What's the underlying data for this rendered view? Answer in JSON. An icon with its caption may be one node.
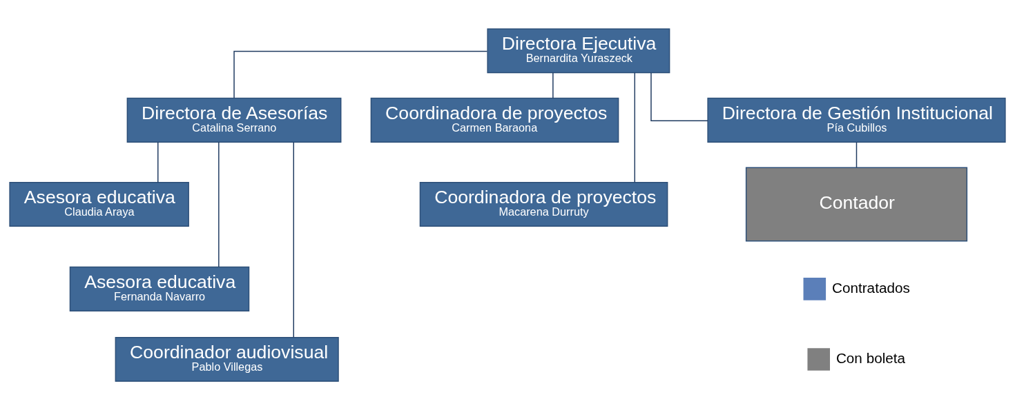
{
  "diagram": {
    "nodes": [
      {
        "text": [
          "Directora Ejecutiva",
          "Bernardita Yuraszeck"
        ]
      },
      {
        "text": [
          "Directora de Asesorías",
          "Catalina Serrano"
        ]
      },
      {
        "text": [
          "Coordinadora de proyectos",
          "Carmen Baraona"
        ]
      },
      {
        "text": [
          "Coordinadora de proyectos",
          "Macarena Durruty"
        ]
      },
      {
        "text": [
          "Directora de Gestión Institucional",
          "Pía Cubillos"
        ]
      },
      {
        "text": [
          "Asesora educativa",
          "Claudia Araya"
        ]
      },
      {
        "text": [
          "Asesora educativa",
          "Fernanda Navarro"
        ]
      },
      {
        "text": [
          "Coordinador audiovisual",
          "Pablo Villegas"
        ]
      },
      {
        "text": [
          "Contador"
        ]
      }
    ],
    "edges": [
      {
        "from": 0,
        "to": 1,
        "arrow": "none"
      },
      {
        "from": 0,
        "to": 2,
        "arrow": "none"
      },
      {
        "from": 0,
        "to": 3,
        "arrow": "none"
      },
      {
        "from": 0,
        "to": 4,
        "arrow": "none"
      },
      {
        "from": 1,
        "to": 5,
        "arrow": "none"
      },
      {
        "from": 1,
        "to": 6,
        "arrow": "none"
      },
      {
        "from": 1,
        "to": 7,
        "arrow": "none"
      },
      {
        "from": 4,
        "to": 8,
        "arrow": "none"
      }
    ],
    "legend": [
      {
        "text": "Contratados",
        "color": "#5b7fb9"
      },
      {
        "text": "Con boleta",
        "color": "#808080"
      }
    ]
  }
}
